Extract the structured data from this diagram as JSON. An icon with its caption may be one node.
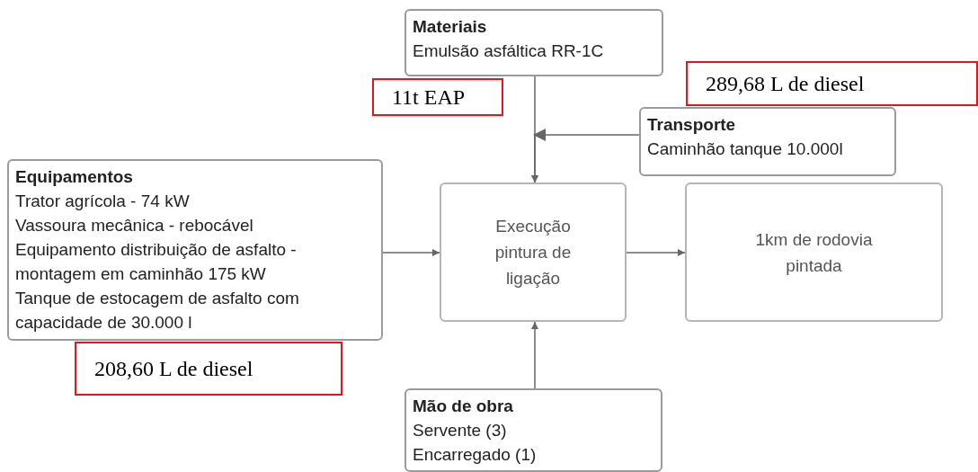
{
  "diagram": {
    "nodes": [
      {
        "text": [
          "Materiais",
          "Emulsão asfáltica RR-1C"
        ]
      },
      {
        "text": [
          "11t EAP"
        ]
      },
      {
        "text": [
          "289,68 L de diesel"
        ]
      },
      {
        "text": [
          "Transporte",
          "Caminhão tanque 10.000l"
        ]
      },
      {
        "text": [
          "Equipamentos",
          "Trator agrícola - 74 kW",
          "Vassoura mecânica - rebocável",
          "Equipamento distribuição de asfalto - montagem em caminhão 175 kW",
          "Tanque de estocagem de asfalto com capacidade de 30.000 l"
        ]
      },
      {
        "text": [
          "208,60 L de diesel"
        ]
      },
      {
        "text": [
          "Execução pintura de ligação"
        ]
      },
      {
        "text": [
          "1km de rodovia pintada"
        ]
      },
      {
        "text": [
          "Mão de obra",
          "Servente (3)",
          "Encarregado (1)"
        ]
      }
    ],
    "edges": [
      {
        "from": 0,
        "to": 6,
        "arrow": "to"
      },
      {
        "from": 3,
        "to": 6,
        "arrow": "to"
      },
      {
        "from": 4,
        "to": 6,
        "arrow": "to"
      },
      {
        "from": 6,
        "to": 7,
        "arrow": "to"
      },
      {
        "from": 8,
        "to": 6,
        "arrow": "to"
      }
    ]
  }
}
